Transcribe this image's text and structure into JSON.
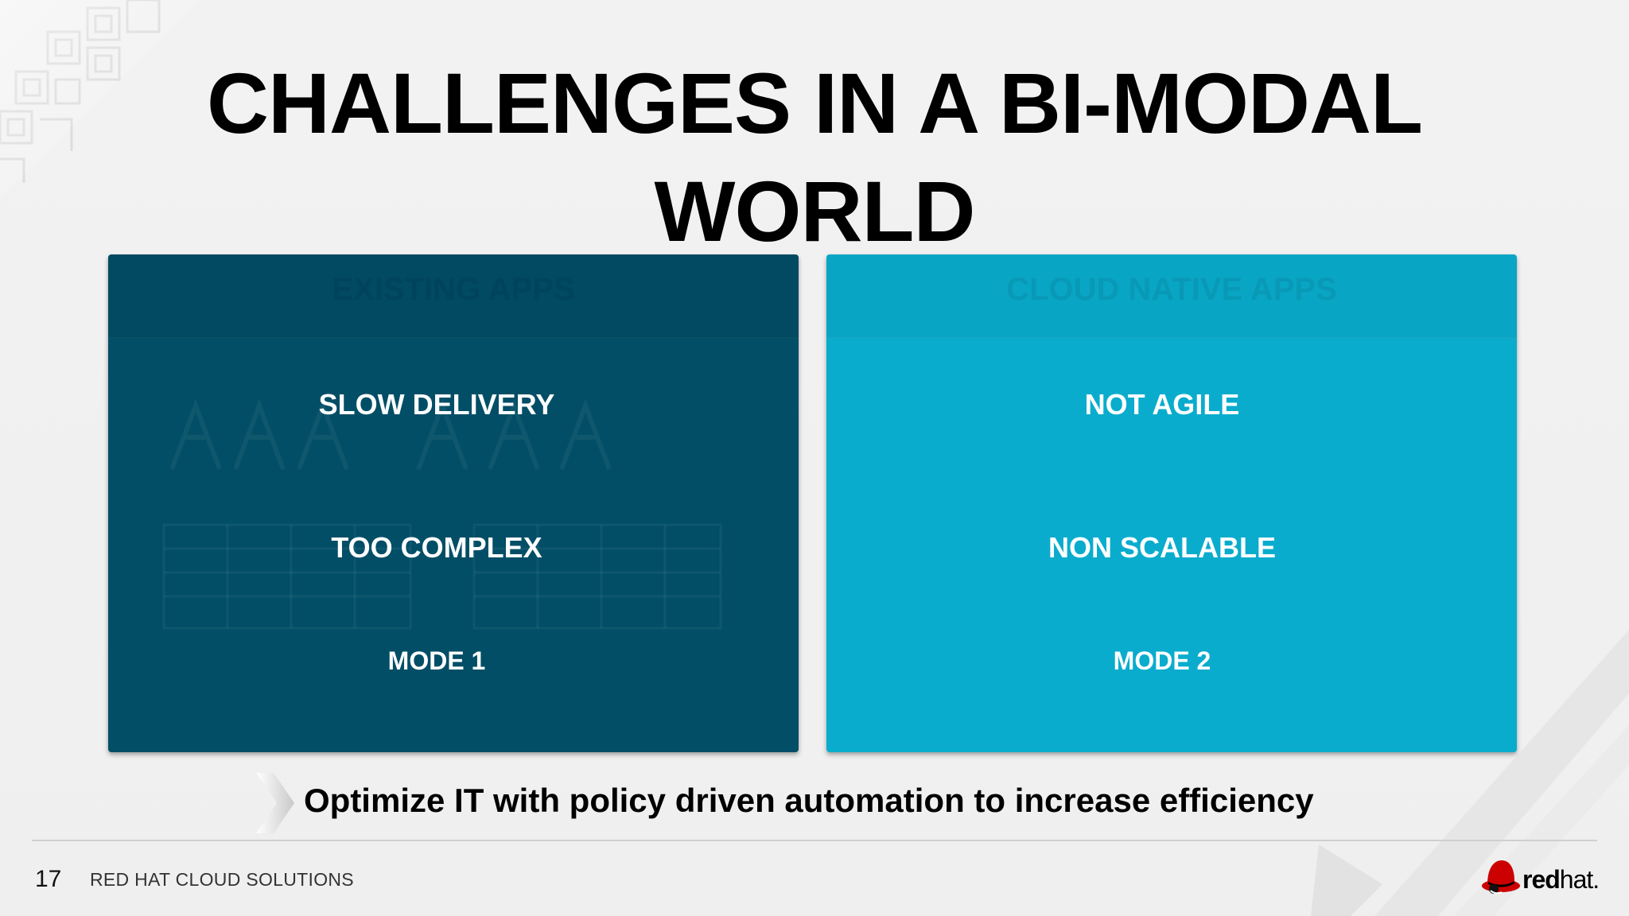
{
  "slide": {
    "title_line1": "CHALLENGES IN A BI-MODAL",
    "title_line2": "WORLD"
  },
  "panels": [
    {
      "ghost_title": "EXISTING APPS",
      "line1": "SLOW DELIVERY",
      "line2": "TOO COMPLEX",
      "mode_label": "MODE 1",
      "color": "#024e66"
    },
    {
      "ghost_title": "CLOUD NATIVE APPS",
      "line1": "NOT AGILE",
      "line2": "NON SCALABLE",
      "mode_label": "MODE 2",
      "color": "#0aaccd"
    }
  ],
  "tagline": "Optimize IT with policy driven automation to increase efficiency",
  "footer": {
    "page_number": "17",
    "label": "RED HAT CLOUD SOLUTIONS",
    "logo_bold": "red",
    "logo_light": "hat."
  },
  "colors": {
    "accent_logo": "#cc0000",
    "background": "#f1f1f1"
  }
}
